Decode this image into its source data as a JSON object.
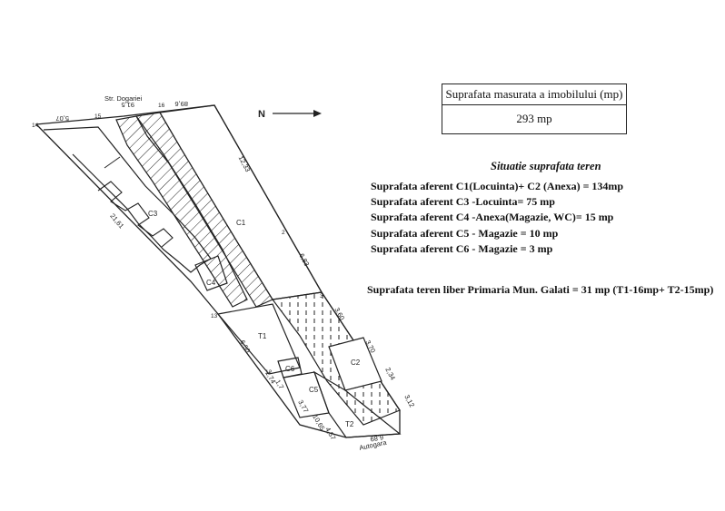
{
  "summary": {
    "header": "Suprafata masurata a imobilului (mp)",
    "value": "293 mp"
  },
  "situation": {
    "title": "Situatie suprafata teren",
    "lines": [
      "Suprafata aferent C1(Locuinta)+ C2 (Anexa) = 134mp",
      "Suprafata aferent C3 -Locuinta= 75 mp",
      "Suprafata aferent C4 -Anexa(Magazie, WC)= 15 mp",
      "Suprafata aferent C5 - Magazie = 10 mp",
      "Suprafata aferent C6 - Magazie = 3 mp"
    ]
  },
  "free_land": "Suprafata teren liber Primaria Mun. Galati = 31 mp (T1-16mp+ T2-15mp)",
  "plan": {
    "north": "N",
    "streets": {
      "top": "Str. Dogariei",
      "bottom": "Autogara"
    },
    "buildings": [
      "C1",
      "C2",
      "C3",
      "C4",
      "C5",
      "C6",
      "T1",
      "T2"
    ],
    "dimensions": [
      "5,07",
      "91,5",
      "89,6",
      "12,33",
      "21,61",
      "6,83",
      "3,60",
      "3,70",
      "2,34",
      "3,12",
      "6,50",
      "1,74",
      "1,7",
      "3,77",
      "10,65",
      "4,57",
      "6,89"
    ],
    "points": [
      "14",
      "15",
      "16",
      "2",
      "3",
      "13",
      "12"
    ]
  }
}
